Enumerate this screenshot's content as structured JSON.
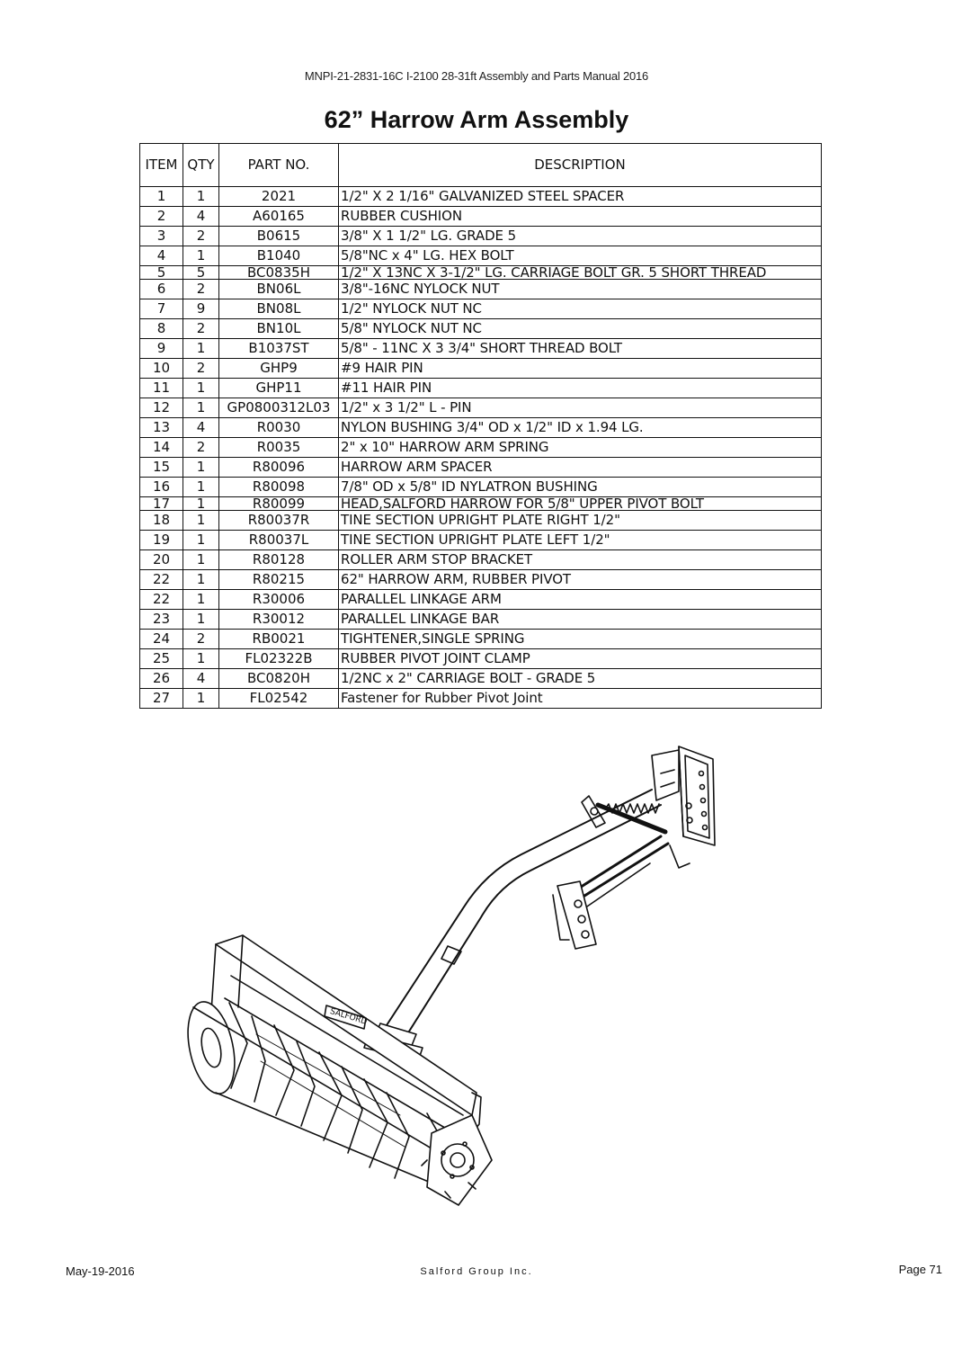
{
  "header": {
    "doc_ref": "MNPI-21-2831-16C   I-2100 28-31ft Assembly and Parts Manual 2016"
  },
  "title": "62” Harrow Arm Assembly",
  "table": {
    "columns": [
      "ITEM",
      "QTY",
      "PART NO.",
      "DESCRIPTION"
    ],
    "rows": [
      {
        "item": "1",
        "qty": "1",
        "part": "2021",
        "desc": "1/2\" X 2 1/16\" GALVANIZED STEEL SPACER"
      },
      {
        "item": "2",
        "qty": "4",
        "part": "A60165",
        "desc": "RUBBER CUSHION"
      },
      {
        "item": "3",
        "qty": "2",
        "part": "B0615",
        "desc": "3/8\" X 1 1/2\" LG.   GRADE  5"
      },
      {
        "item": "4",
        "qty": "1",
        "part": "B1040",
        "desc": "5/8\"NC x 4\" LG. HEX BOLT"
      },
      {
        "item": "5",
        "qty": "5",
        "part": "BC0835H",
        "desc": "1/2\" X 13NC X 3-1/2\" LG. CARRIAGE BOLT GR. 5 SHORT THREAD"
      },
      {
        "item": "6",
        "qty": "2",
        "part": "BN06L",
        "desc": "3/8\"-16NC NYLOCK NUT"
      },
      {
        "item": "7",
        "qty": "9",
        "part": "BN08L",
        "desc": "1/2\" NYLOCK NUT NC"
      },
      {
        "item": "8",
        "qty": "2",
        "part": "BN10L",
        "desc": "5/8\" NYLOCK NUT NC"
      },
      {
        "item": "9",
        "qty": "1",
        "part": "B1037ST",
        "desc": "5/8\" - 11NC X 3 3/4\" SHORT THREAD BOLT"
      },
      {
        "item": "10",
        "qty": "2",
        "part": "GHP9",
        "desc": "#9 HAIR PIN"
      },
      {
        "item": "11",
        "qty": "1",
        "part": "GHP11",
        "desc": "#11 HAIR PIN"
      },
      {
        "item": "12",
        "qty": "1",
        "part": "GP0800312L03",
        "desc": "1/2\" x 3 1/2\" L - PIN"
      },
      {
        "item": "13",
        "qty": "4",
        "part": "R0030",
        "desc": "NYLON BUSHING 3/4\" OD x 1/2\" ID x 1.94 LG."
      },
      {
        "item": "14",
        "qty": "2",
        "part": "R0035",
        "desc": "2\" x 10\" HARROW ARM SPRING"
      },
      {
        "item": "15",
        "qty": "1",
        "part": "R80096",
        "desc": "HARROW ARM SPACER"
      },
      {
        "item": "16",
        "qty": "1",
        "part": "R80098",
        "desc": " 7/8\" OD x 5/8\" ID NYLATRON BUSHING"
      },
      {
        "item": "17",
        "qty": "1",
        "part": "R80099",
        "desc": "HEAD,SALFORD HARROW FOR 5/8\" UPPER PIVOT BOLT"
      },
      {
        "item": "18",
        "qty": "1",
        "part": "R80037R",
        "desc": "TINE SECTION UPRIGHT PLATE RIGHT 1/2\""
      },
      {
        "item": "19",
        "qty": "1",
        "part": "R80037L",
        "desc": "TINE SECTION UPRIGHT PLATE LEFT 1/2\""
      },
      {
        "item": "20",
        "qty": "1",
        "part": "R80128",
        "desc": "ROLLER ARM STOP BRACKET"
      },
      {
        "item": "22",
        "qty": "1",
        "part": "R80215",
        "desc": "62\" HARROW ARM, RUBBER PIVOT"
      },
      {
        "item": "22",
        "qty": "1",
        "part": "R30006",
        "desc": "PARALLEL LINKAGE ARM"
      },
      {
        "item": "23",
        "qty": "1",
        "part": "R30012",
        "desc": "PARALLEL LINKAGE BAR"
      },
      {
        "item": "24",
        "qty": "2",
        "part": "RB0021",
        "desc": "TIGHTENER,SINGLE SPRING"
      },
      {
        "item": "25",
        "qty": "1",
        "part": "FL02322B",
        "desc": "RUBBER PIVOT JOINT CLAMP"
      },
      {
        "item": "26",
        "qty": "4",
        "part": "BC0820H",
        "desc": "1/2NC x 2\" CARRIAGE BOLT - GRADE 5"
      },
      {
        "item": "27",
        "qty": "1",
        "part": "FL02542",
        "desc": "Fastener  for Rubber Pivot Joint"
      }
    ]
  },
  "drawing": {
    "decal_text": "SALFORD"
  },
  "footer": {
    "date": "May-19-2016",
    "company": "Salford Group Inc.",
    "page": "Page 71"
  }
}
